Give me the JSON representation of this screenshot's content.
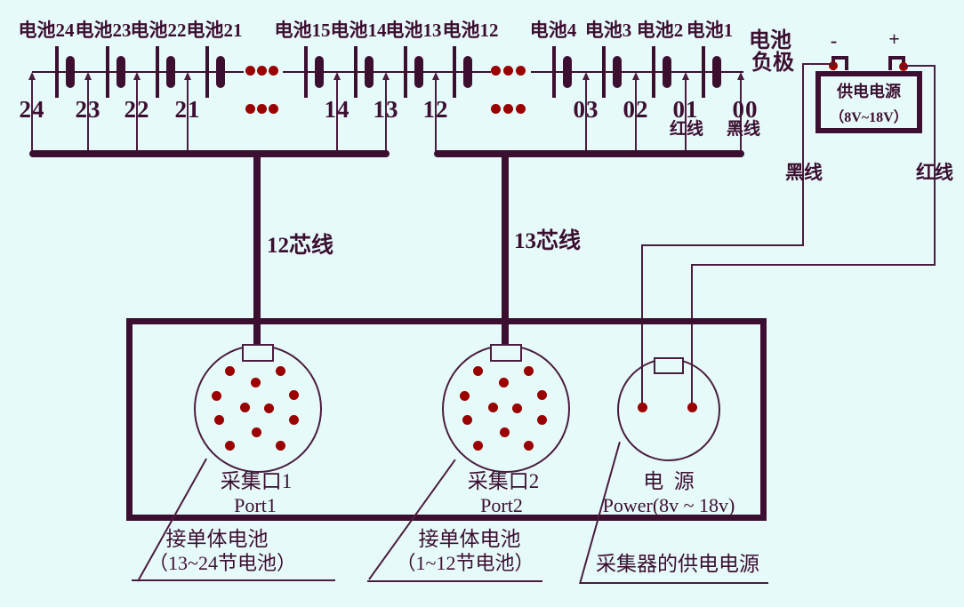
{
  "colors": {
    "background": "#E6FAFA",
    "ink": "#3C0F31",
    "thin": "#4A1C3E",
    "dot": "#9A0000"
  },
  "battery_bank": {
    "negative_label_line1": "电池",
    "negative_label_line2": "负极",
    "groups": [
      {
        "cells": [
          {
            "label": "电池24"
          },
          {
            "label": "电池23"
          },
          {
            "label": "电池22"
          },
          {
            "label": "电池21"
          }
        ],
        "taps": [
          {
            "number": "24"
          },
          {
            "number": "23"
          },
          {
            "number": "22"
          },
          {
            "number": "21"
          }
        ]
      },
      {
        "cells": [
          {
            "label": "电池15"
          },
          {
            "label": "电池14"
          },
          {
            "label": "电池13"
          },
          {
            "label": "电池12"
          }
        ],
        "taps": [
          {
            "number": "14"
          },
          {
            "number": "13"
          },
          {
            "number": "12"
          }
        ]
      },
      {
        "cells": [
          {
            "label": "电池4"
          },
          {
            "label": "电池3"
          },
          {
            "label": "电池2"
          },
          {
            "label": "电池1"
          }
        ],
        "taps": [
          {
            "number": "03"
          },
          {
            "number": "02"
          },
          {
            "number": "01",
            "wire_label": "红线"
          },
          {
            "number": "00",
            "wire_label": "黑线"
          }
        ]
      }
    ]
  },
  "cables": {
    "cable1_label": "12芯线",
    "cable2_label": "13芯线"
  },
  "power_supply": {
    "minus": "-",
    "plus": "+",
    "title": "供电电源",
    "range": "（8V~18V）",
    "black_wire_label": "黑线",
    "red_wire_label": "红线"
  },
  "collector": {
    "port1": {
      "name": "采集口1",
      "en": "Port1"
    },
    "port2": {
      "name": "采集口2",
      "en": "Port2"
    },
    "power": {
      "name": "电  源",
      "en": "Power(8v ~ 18v)"
    }
  },
  "annotations": {
    "port1_note_line1": "接单体电池",
    "port1_note_line2": "（13~24节电池）",
    "port2_note_line1": "接单体电池",
    "port2_note_line2": "（1~12节电池）",
    "power_note": "采集器的供电电源"
  }
}
